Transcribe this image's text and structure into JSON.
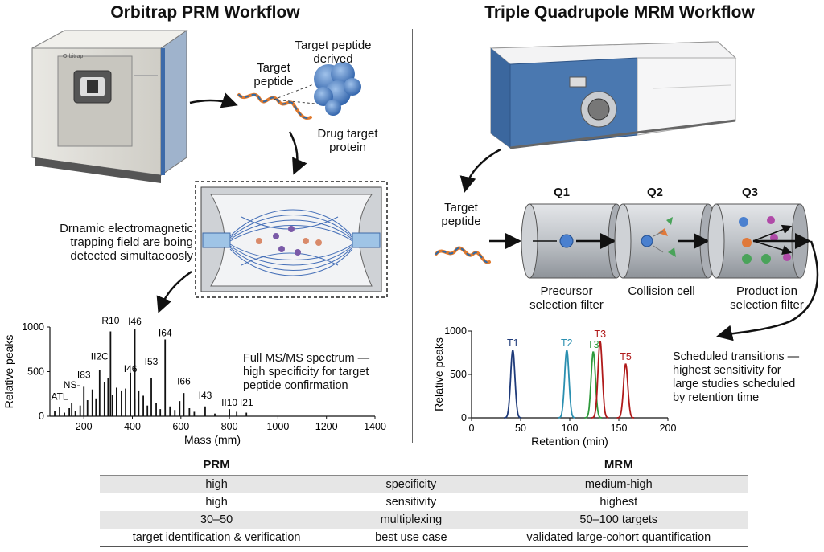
{
  "left": {
    "title": "Orbitrap PRM Workflow",
    "instrument_label": "Orbitrap",
    "target_peptide": "Target\npeptide",
    "target_peptide_derived": "Target peptide\nderived",
    "drug_target_protein": "Drug target\nprotein",
    "trap_caption": "Drnamic electromagnetic\ntrapping field are boing\ndetected simultaeoosly",
    "spectrum_caption": "Full MS/MS spectrum —\nhigh specificity for target\npeptide confirmation"
  },
  "right": {
    "title": "Triple Quadrupole MRM Workflow",
    "target_peptide": "Target\npeptide",
    "q1": "Q1",
    "q2": "Q2",
    "q3": "Q3",
    "q1_caption": "Precursor\nselection filter",
    "q2_caption": "Collision cell",
    "q3_caption": "Product ion\nselection filter",
    "chrom_caption": "Scheduled transitions —\nhighest sensitivity for\nlarge studies scheduled\nby retention time"
  },
  "chart_data": [
    {
      "type": "bar",
      "xlabel": "Mass (mm)",
      "ylabel": "Relative peaks",
      "xlim": [
        60,
        1400
      ],
      "ylim": [
        0,
        1000
      ],
      "xticks": [
        200,
        400,
        600,
        800,
        1000,
        1200,
        1400
      ],
      "yticks": [
        0,
        500,
        1000
      ],
      "peaks": [
        {
          "x": 80,
          "y": 60
        },
        {
          "x": 100,
          "y": 100
        },
        {
          "x": 120,
          "y": 40
        },
        {
          "x": 140,
          "y": 90
        },
        {
          "x": 150,
          "y": 150
        },
        {
          "x": 165,
          "y": 60
        },
        {
          "x": 185,
          "y": 120
        },
        {
          "x": 200,
          "y": 330
        },
        {
          "x": 215,
          "y": 180
        },
        {
          "x": 235,
          "y": 300
        },
        {
          "x": 250,
          "y": 200
        },
        {
          "x": 265,
          "y": 520
        },
        {
          "x": 285,
          "y": 380
        },
        {
          "x": 300,
          "y": 430
        },
        {
          "x": 318,
          "y": 240
        },
        {
          "x": 335,
          "y": 320
        },
        {
          "x": 355,
          "y": 280
        },
        {
          "x": 372,
          "y": 310
        },
        {
          "x": 392,
          "y": 490
        },
        {
          "x": 410,
          "y": 200
        },
        {
          "x": 426,
          "y": 280
        },
        {
          "x": 445,
          "y": 230
        },
        {
          "x": 462,
          "y": 120
        },
        {
          "x": 478,
          "y": 430
        },
        {
          "x": 498,
          "y": 150
        },
        {
          "x": 515,
          "y": 80
        },
        {
          "x": 535,
          "y": 860
        },
        {
          "x": 555,
          "y": 110
        },
        {
          "x": 575,
          "y": 70
        },
        {
          "x": 595,
          "y": 170
        },
        {
          "x": 612,
          "y": 260
        },
        {
          "x": 635,
          "y": 90
        },
        {
          "x": 655,
          "y": 50
        },
        {
          "x": 700,
          "y": 110
        },
        {
          "x": 740,
          "y": 30
        },
        {
          "x": 800,
          "y": 80
        },
        {
          "x": 830,
          "y": 50
        },
        {
          "x": 870,
          "y": 40
        },
        {
          "x": 310,
          "y": 950
        },
        {
          "x": 410,
          "y": 980
        }
      ],
      "peak_labels": [
        {
          "text": "R10",
          "x": 310,
          "y": 1000
        },
        {
          "text": "I46",
          "x": 410,
          "y": 990
        },
        {
          "text": "I64",
          "x": 535,
          "y": 860
        },
        {
          "text": "I53",
          "x": 478,
          "y": 540
        },
        {
          "text": "I46",
          "x": 392,
          "y": 460
        },
        {
          "text": "II2C",
          "x": 265,
          "y": 600
        },
        {
          "text": "I83",
          "x": 200,
          "y": 390
        },
        {
          "text": "NS-",
          "x": 150,
          "y": 280
        },
        {
          "text": "ATL",
          "x": 100,
          "y": 150
        },
        {
          "text": "I66",
          "x": 612,
          "y": 320
        },
        {
          "text": "I43",
          "x": 700,
          "y": 160
        },
        {
          "text": "II10",
          "x": 800,
          "y": 80
        },
        {
          "text": "I21",
          "x": 870,
          "y": 80
        }
      ]
    },
    {
      "type": "line",
      "xlabel": "Retention (min)",
      "ylabel": "Relative peaks",
      "xlim": [
        0,
        200
      ],
      "ylim": [
        0,
        1000
      ],
      "xticks": [
        0,
        50,
        100,
        150,
        200
      ],
      "yticks": [
        0,
        500,
        1000
      ],
      "series": [
        {
          "name": "T1",
          "center": 42,
          "height": 780,
          "color": "#1f3b7a"
        },
        {
          "name": "T2",
          "center": 97,
          "height": 780,
          "color": "#2a8fb0"
        },
        {
          "name": "T3",
          "center": 124,
          "height": 760,
          "color": "#2f9a3c"
        },
        {
          "name": "T3",
          "center": 131,
          "height": 880,
          "color": "#b01a1a"
        },
        {
          "name": "T5",
          "center": 157,
          "height": 620,
          "color": "#b01a1a"
        }
      ]
    }
  ],
  "table": {
    "header": {
      "prm": "PRM",
      "metric": "",
      "mrm": "MRM"
    },
    "rows": [
      {
        "prm": "high",
        "metric": "specificity",
        "mrm": "medium-high"
      },
      {
        "prm": "high",
        "metric": "sensitivity",
        "mrm": "highest"
      },
      {
        "prm": "30–50",
        "metric": "multiplexing",
        "mrm": "50–100 targets"
      },
      {
        "prm": "target identification & verification",
        "metric": "best use case",
        "mrm": "validated large-cohort quantification"
      }
    ]
  }
}
